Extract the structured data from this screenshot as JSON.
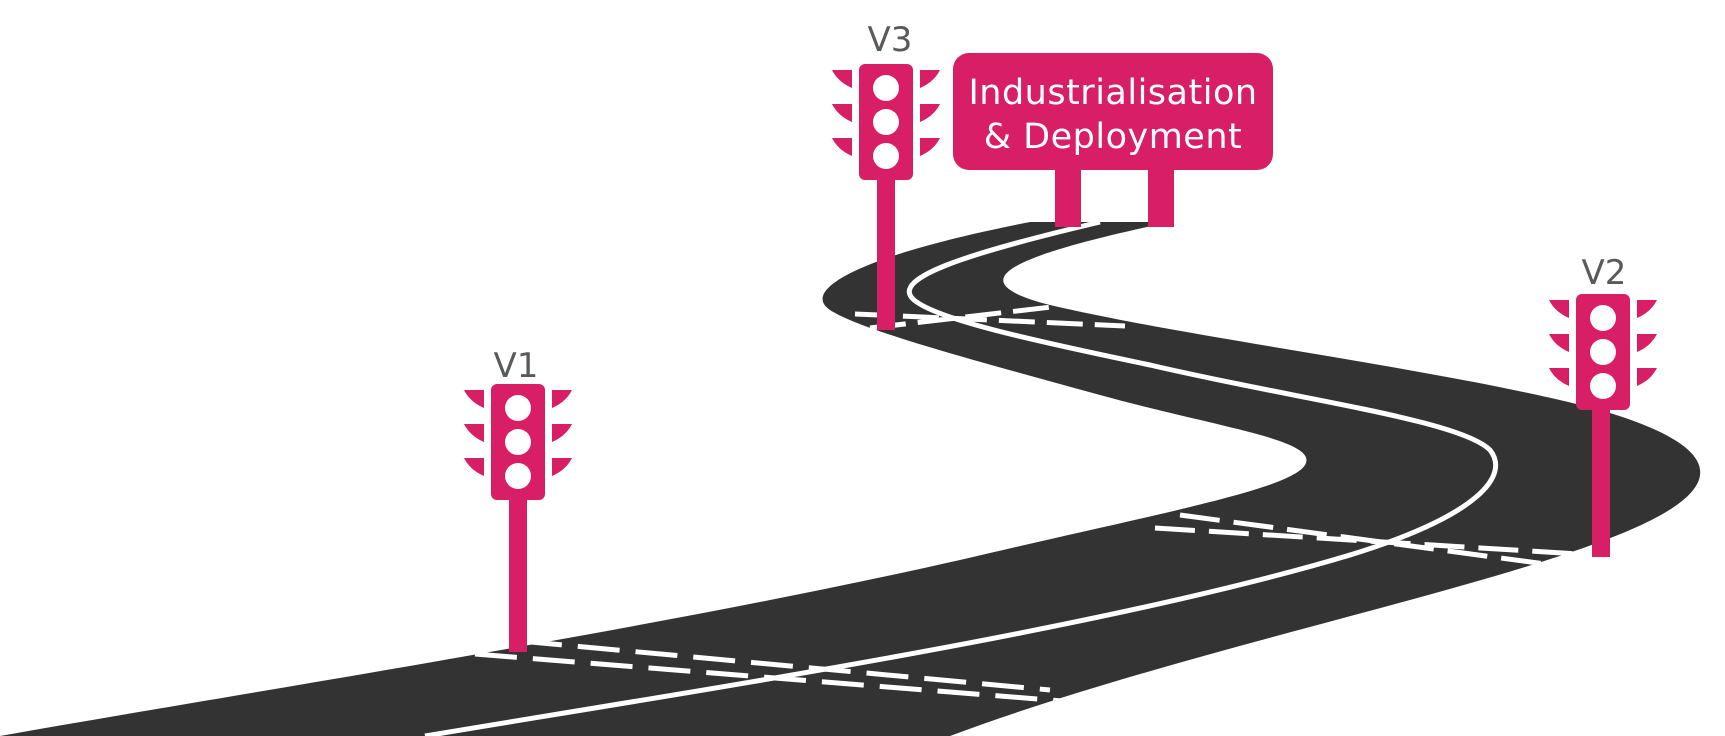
{
  "colors": {
    "accent": "#d81f65",
    "road": "#333333",
    "road_marking": "#ffffff",
    "label_text": "#5a5a5a"
  },
  "sign": {
    "line1": "Industrialisation",
    "line2": "& Deployment"
  },
  "milestones": [
    {
      "id": "v1",
      "label": "V1"
    },
    {
      "id": "v2",
      "label": "V2"
    },
    {
      "id": "v3",
      "label": "V3"
    }
  ]
}
